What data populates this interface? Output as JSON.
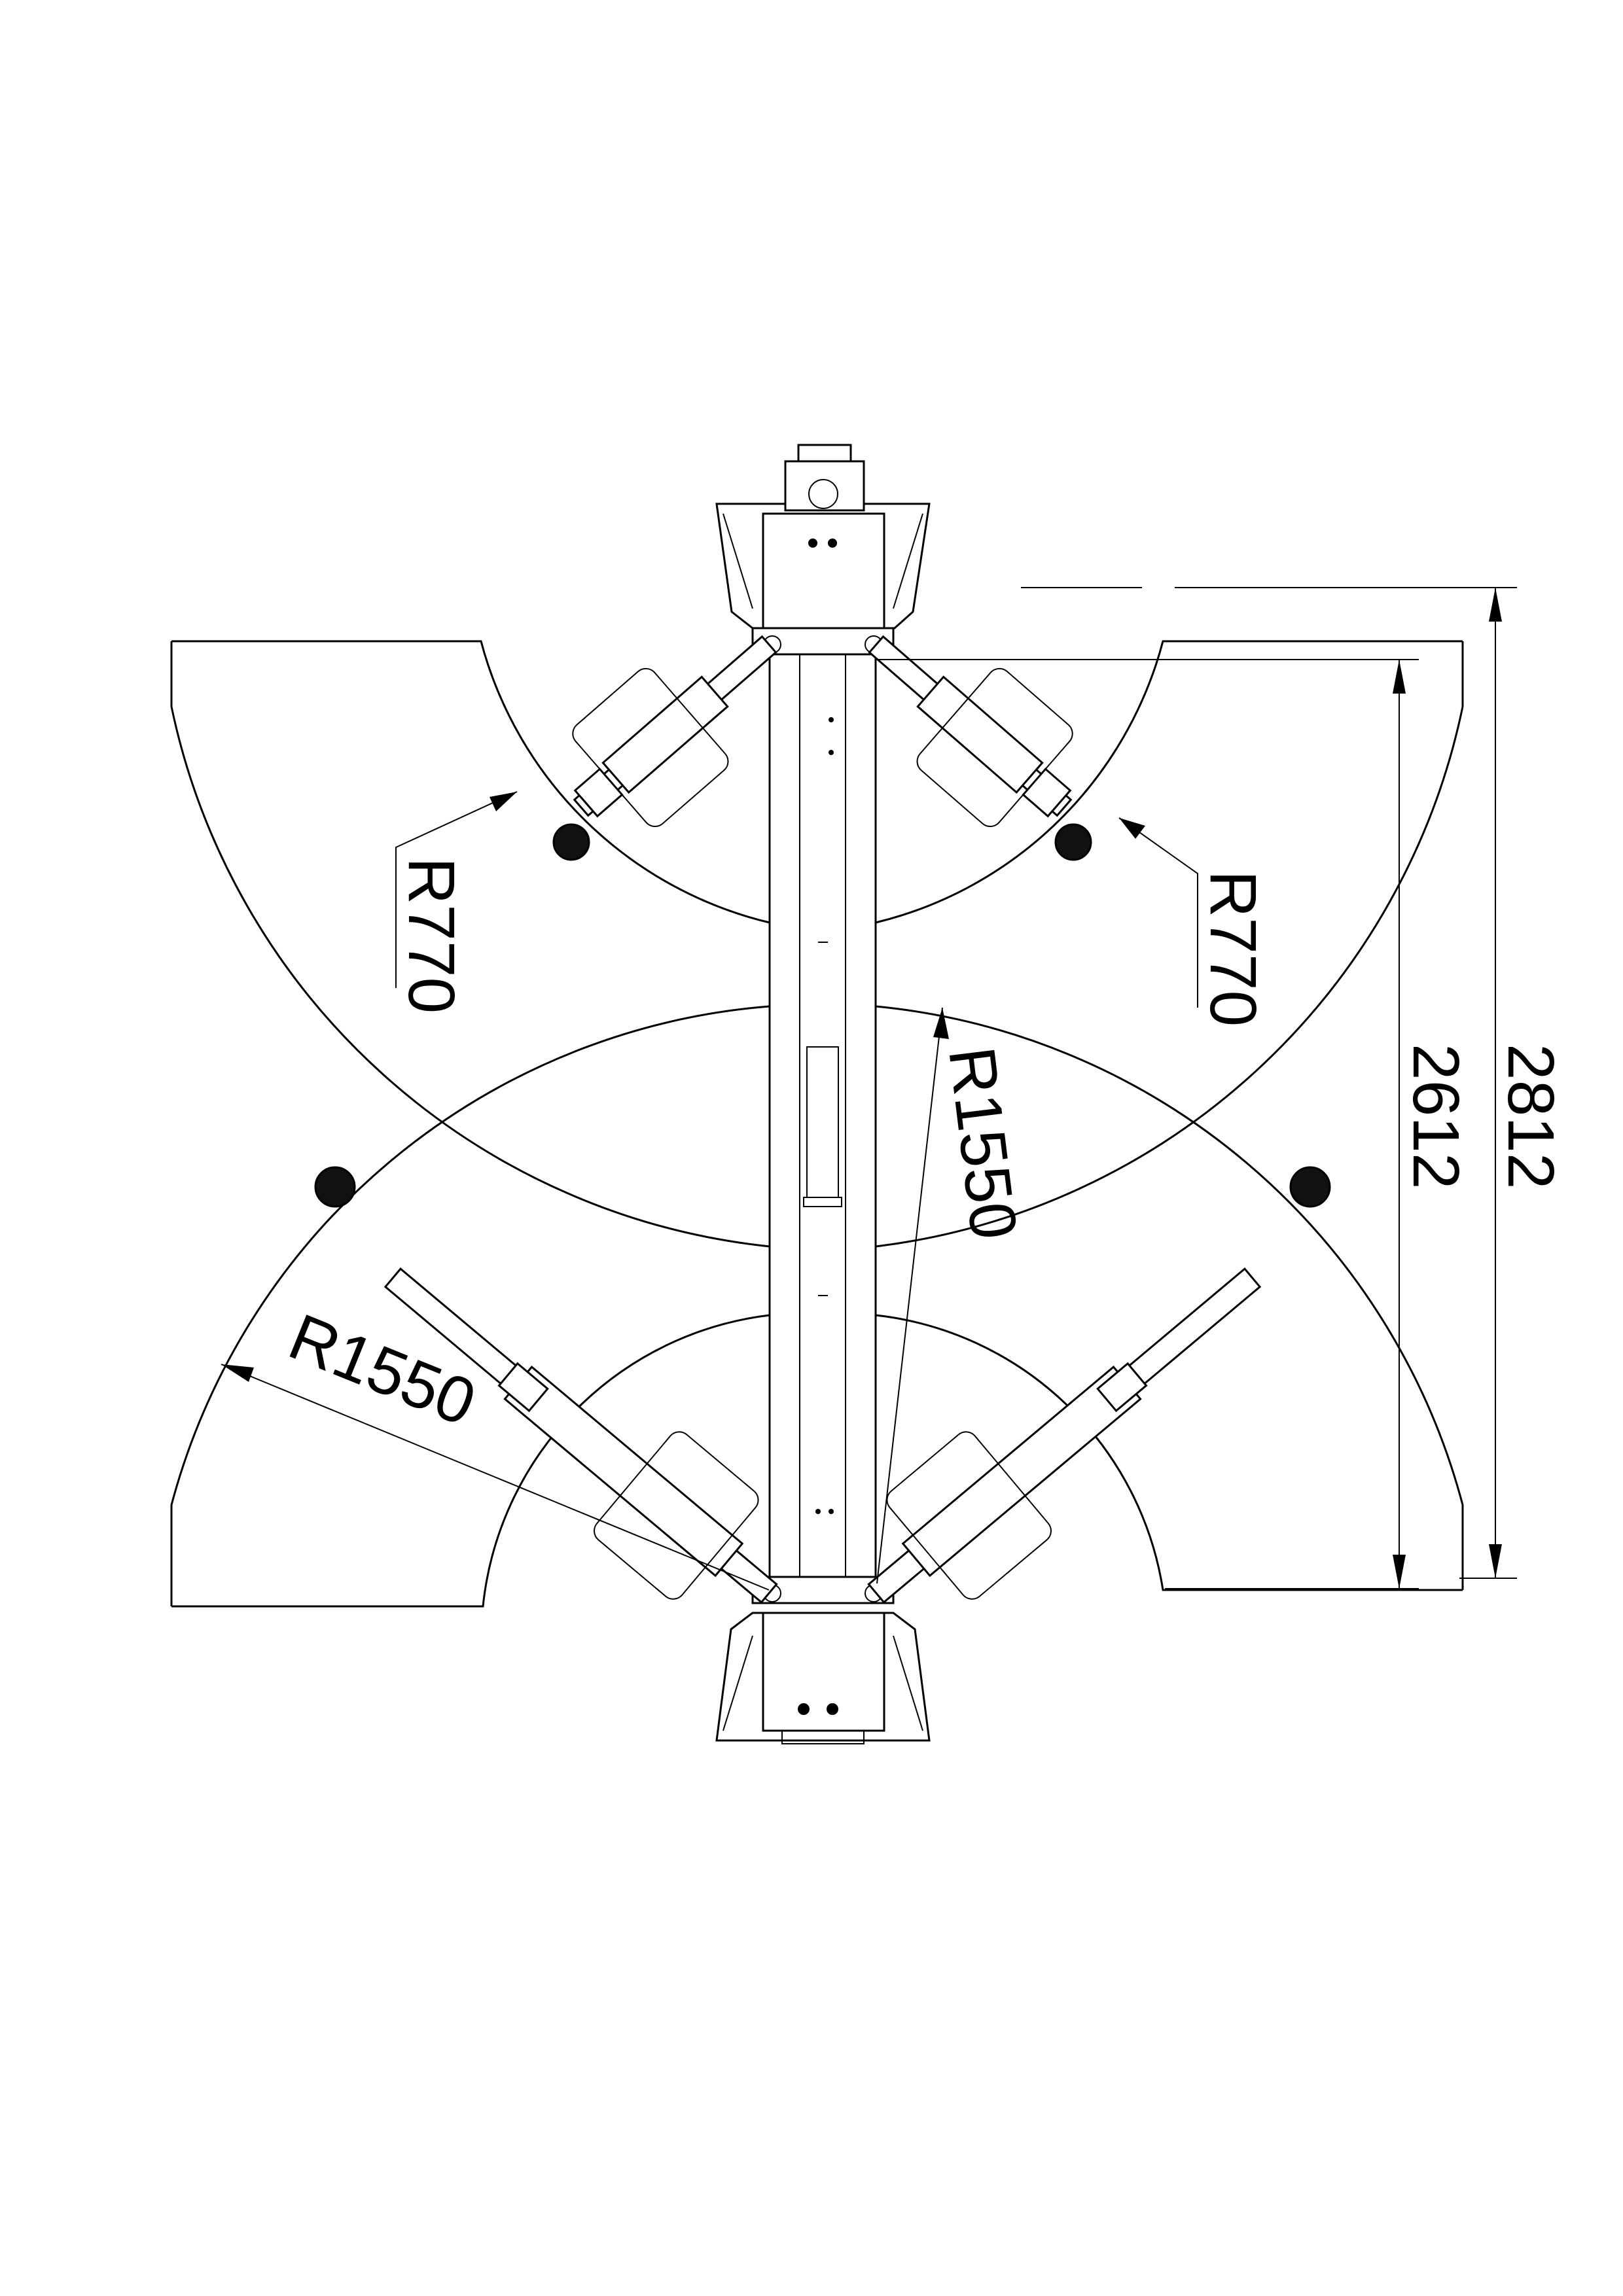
{
  "drawing": {
    "labels": {
      "radius_upper_left": "R770",
      "radius_upper_right": "R770",
      "radius_center": "R1550",
      "radius_lower_left": "R1550",
      "dim_inner_height": "2612",
      "dim_outer_height": "2812"
    }
  }
}
